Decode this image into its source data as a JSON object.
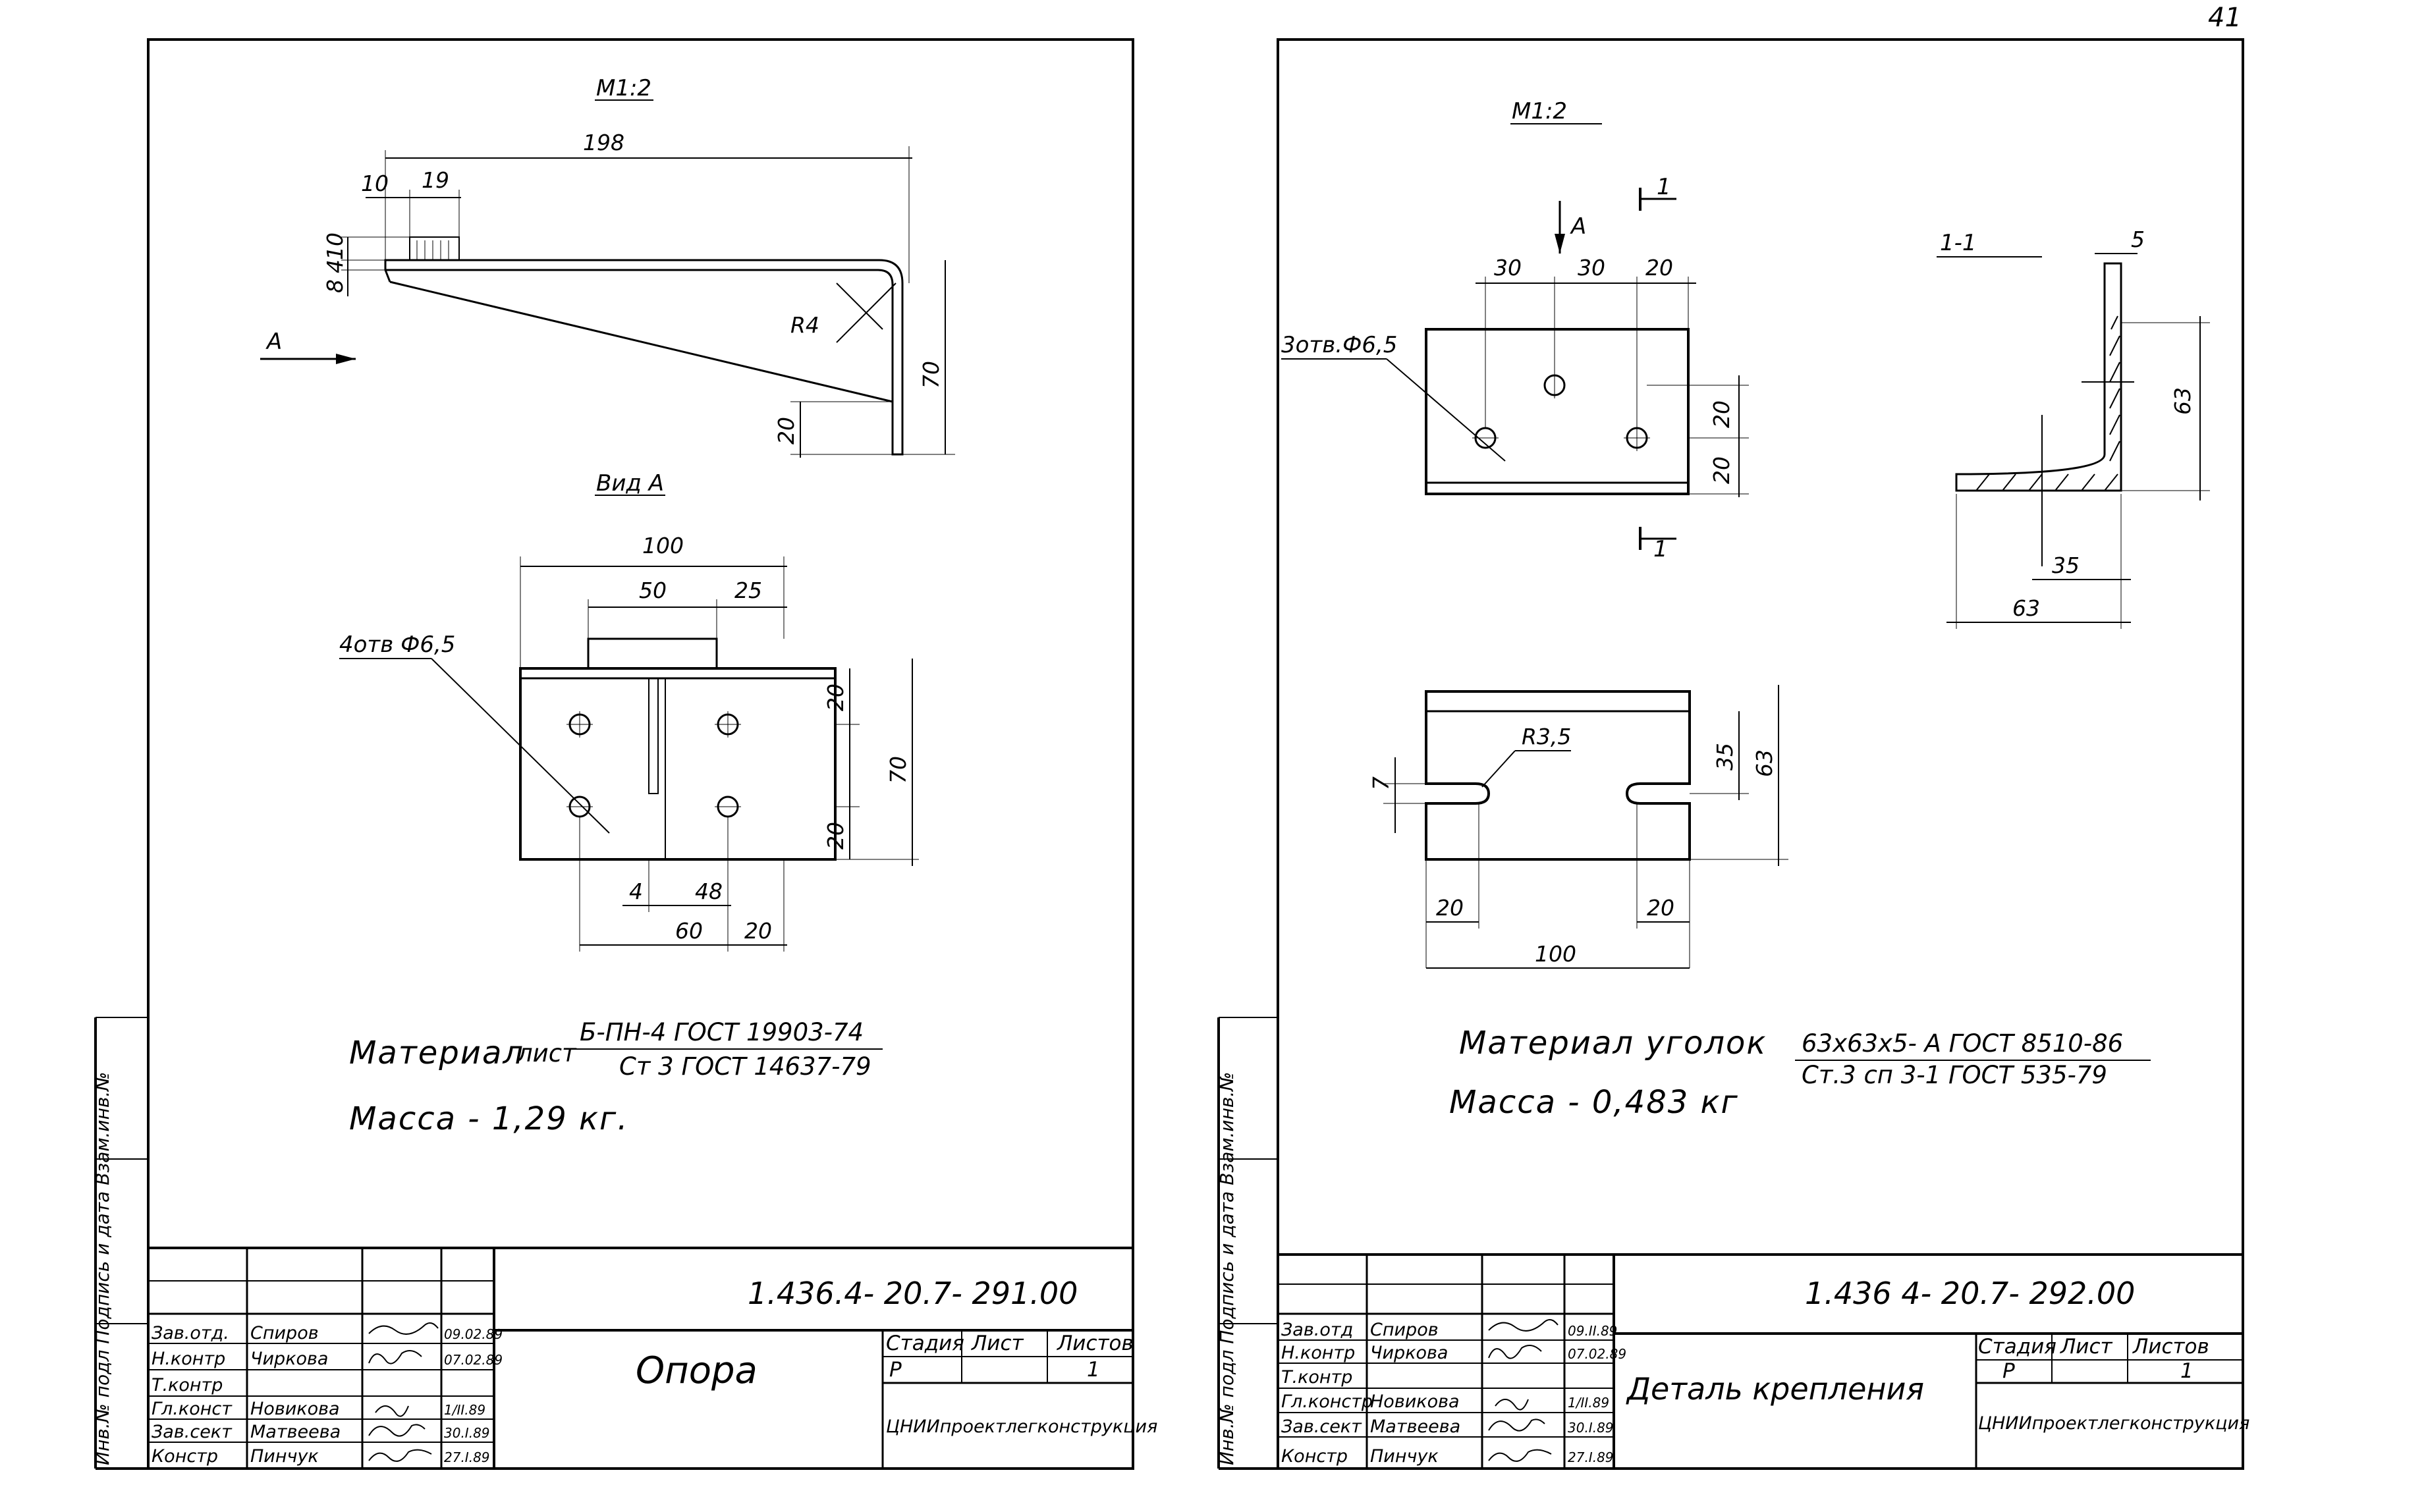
{
  "page_number": "41",
  "side_stamp": {
    "label_left": "Инв.№ подл  Подпись и дата  Взам.инв.№",
    "label_right": "Инв.№ подл  Подпись и дата  Взам.инв.№"
  },
  "sheet_left": {
    "scale": "М1:2",
    "view_label": "Вид А",
    "arrow_label": "А",
    "dims_side": [
      "198",
      "10",
      "19",
      "8",
      "4",
      "10",
      "R4",
      "70",
      "20"
    ],
    "dims_view": [
      "100",
      "50",
      "25",
      "20",
      "70",
      "20",
      "4",
      "48",
      "60",
      "20"
    ],
    "holes_note": "4отв Ф6,5",
    "material_label": "Материал",
    "material_kind": "лист",
    "material_top": "Б-ПН-4 ГОСТ 19903-74",
    "material_bottom": "Ст 3 ГОСТ 14637-79",
    "mass": "Масса - 1,29 кг.",
    "title_block": {
      "doc_number": "1.436.4- 20.7- 291.00",
      "title": "Опора",
      "head_stage": "Стадия",
      "head_sheet": "Лист",
      "head_sheets": "Листов",
      "stage": "Р",
      "sheets": "1",
      "organization": "ЦНИИпроектлегконструкция",
      "rows": [
        {
          "role": "Зав.отд.",
          "name": "Спиров",
          "date": "09.02.89"
        },
        {
          "role": "Н.контр",
          "name": "Чиркова",
          "date": "07.02.89"
        },
        {
          "role": "Т.контр",
          "name": "",
          "date": ""
        },
        {
          "role": "Гл.конст",
          "name": "Новикова",
          "date": "1/II.89"
        },
        {
          "role": "Зав.сект",
          "name": "Матвеева",
          "date": "30.I.89"
        },
        {
          "role": "Констр",
          "name": "Пинчук",
          "date": "27.I.89"
        }
      ]
    }
  },
  "sheet_right": {
    "scale": "М1:2",
    "section_label": "1-1",
    "arrow_label": "А",
    "cut_label": "1",
    "holes_note": "3отв.Ф6,5",
    "dims_plan": [
      "30",
      "30",
      "20",
      "20",
      "20"
    ],
    "dims_section": [
      "5",
      "63",
      "35",
      "63"
    ],
    "dims_bottom": [
      "R3,5",
      "7",
      "35",
      "63",
      "20",
      "20",
      "100"
    ],
    "material_label": "Материал уголок",
    "material_top": "63х63х5- А ГОСТ 8510-86",
    "material_bottom": "Ст.3 сп 3-1 ГОСТ 535-79",
    "mass": "Масса  -  0,483 кг",
    "title_block": {
      "doc_number": "1.436 4- 20.7- 292.00",
      "title": "Деталь  крепления",
      "head_stage": "Стадия",
      "head_sheet": "Лист",
      "head_sheets": "Листов",
      "stage": "Р",
      "sheets": "1",
      "organization": "ЦНИИпроектлегконструкция",
      "rows": [
        {
          "role": "Зав.отд",
          "name": "Спиров",
          "date": "09.II.89"
        },
        {
          "role": "Н.контр",
          "name": "Чиркова",
          "date": "07.02.89"
        },
        {
          "role": "Т.контр",
          "name": "",
          "date": ""
        },
        {
          "role": "Гл.констр",
          "name": "Новикова",
          "date": "1/II.89"
        },
        {
          "role": "Зав.сект",
          "name": "Матвеева",
          "date": "30.I.89"
        },
        {
          "role": "Констр",
          "name": "Пинчук",
          "date": "27.I.89"
        }
      ]
    }
  }
}
